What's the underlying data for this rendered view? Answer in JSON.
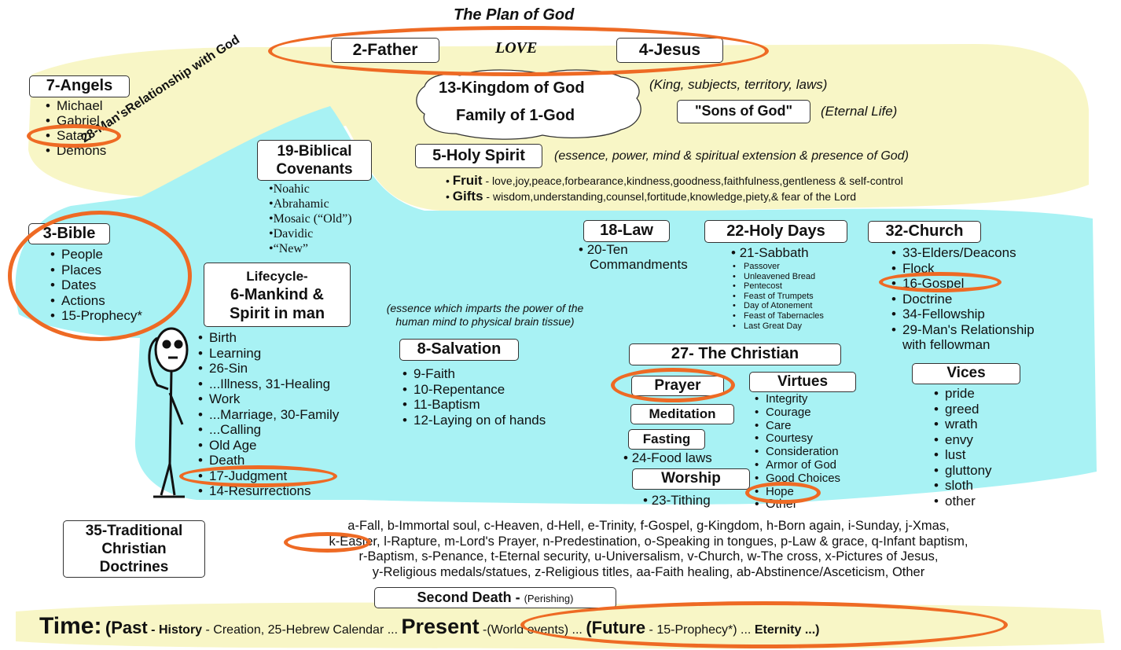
{
  "title": "The Plan of God",
  "father": "2-Father",
  "love": "LOVE",
  "jesus": "4-Jesus",
  "kingdom": {
    "line1": "13-Kingdom of God",
    "line2": "Family of 1-God",
    "note": "(King, subjects, territory, laws)"
  },
  "sons": {
    "label": "\"Sons of God\"",
    "note": "(Eternal Life)"
  },
  "angels": {
    "title": "7-Angels",
    "items": [
      "Michael",
      "Gabriel",
      "Satan",
      "Demons"
    ]
  },
  "relationship_text": "28-Man'sRelationship with God",
  "covenants": {
    "title_line1": "19-Biblical",
    "title_line2": "Covenants",
    "items": [
      "•Noahic",
      "•Abrahamic",
      "•Mosaic (“Old”)",
      "•Davidic",
      "•“New”"
    ]
  },
  "holy_spirit": {
    "title": "5-Holy Spirit",
    "note": "(essence, power, mind & spiritual extension & presence of God)",
    "fruit_label": "Fruit",
    "fruit_text": " - love,joy,peace,forbearance,kindness,goodness,faithfulness,gentleness & self-control",
    "gifts_label": "Gifts",
    "gifts_text": " - wisdom,understanding,counsel,fortitude,knowledge,piety,& fear of the Lord"
  },
  "bible": {
    "title": "3-Bible",
    "items": [
      "People",
      "Places",
      "Dates",
      "Actions",
      "15-Prophecy*"
    ]
  },
  "mankind": {
    "line1": "Lifecycle-",
    "line2": "6-Mankind &",
    "line3": "Spirit in man",
    "note1": "(essence which imparts the power of the",
    "note2": "human mind to physical brain tissue)"
  },
  "lifecycle_items": [
    "Birth",
    "Learning",
    "26-Sin",
    "...Illness, 31-Healing",
    "Work",
    "...Marriage, 30-Family",
    "...Calling",
    "Old Age",
    "Death",
    "17-Judgment",
    "14-Resurrections"
  ],
  "law": {
    "title": "18-Law",
    "item1": "20-Ten",
    "item2": "Commandments"
  },
  "holy_days": {
    "title": "22-Holy Days",
    "sabbath": "21-Sabbath",
    "items": [
      "Passover",
      "Unleavened Bread",
      "Pentecost",
      "Feast of Trumpets",
      "Day of Atonement",
      "Feast of Tabernacles",
      "Last Great Day"
    ]
  },
  "church": {
    "title": "32-Church",
    "items": [
      "33-Elders/Deacons",
      "Flock",
      "16-Gospel",
      "Doctrine",
      "34-Fellowship",
      "29-Man's Relationship"
    ],
    "last_line": "with fellowman"
  },
  "salvation": {
    "title": "8-Salvation",
    "items": [
      "9-Faith",
      "10-Repentance",
      "11-Baptism",
      "12-Laying on of hands"
    ]
  },
  "christian": {
    "title": "27- The Christian",
    "prayer": "Prayer",
    "meditation": "Meditation",
    "fasting": "Fasting",
    "food_laws": "24-Food laws",
    "worship": "Worship",
    "tithing": "23-Tithing"
  },
  "virtues": {
    "title": "Virtues",
    "items": [
      "Integrity",
      "Courage",
      "Care",
      "Courtesy",
      "Consideration",
      "Armor of God",
      "Good Choices",
      "Hope",
      "Other"
    ]
  },
  "vices": {
    "title": "Vices",
    "items": [
      "pride",
      "greed",
      "wrath",
      "envy",
      "lust",
      "gluttony",
      "sloth",
      "other"
    ]
  },
  "traditional": {
    "line1": "35-Traditional",
    "line2": "Christian",
    "line3": "Doctrines",
    "text1": "a-Fall, b-Immortal soul, c-Heaven, d-Hell, e-Trinity, f-Gospel, g-Kingdom, h-Born again, i-Sunday, j-Xmas,",
    "text2": "k-Easter, l-Rapture, m-Lord's Prayer, n-Predestination, o-Speaking in tongues, p-Law & grace, q-Infant baptism,",
    "text3": "r-Baptism, s-Penance, t-Eternal security, u-Universalism, v-Church, w-The cross, x-Pictures of Jesus,",
    "text4": "y-Religious medals/statues, z-Religious titles, aa-Faith healing, ab-Abstinence/Asceticism, Other"
  },
  "second_death": {
    "label": "Second Death -",
    "note": "(Perishing)"
  },
  "timeline": {
    "time": "Time:",
    "past_open": "(Past",
    "history": " - History",
    "creation": " - Creation, 25-Hebrew Calendar ...",
    "present": "Present",
    "world": " -(World events) ...",
    "future_open": "(Future",
    "prophecy": " - 15-Prophecy*)",
    "dots": " ...",
    "eternity": "Eternity ...)"
  },
  "colors": {
    "yellow": "#f8f6c6",
    "cyan": "#a8f2f4",
    "accent": "#ee6a24"
  }
}
